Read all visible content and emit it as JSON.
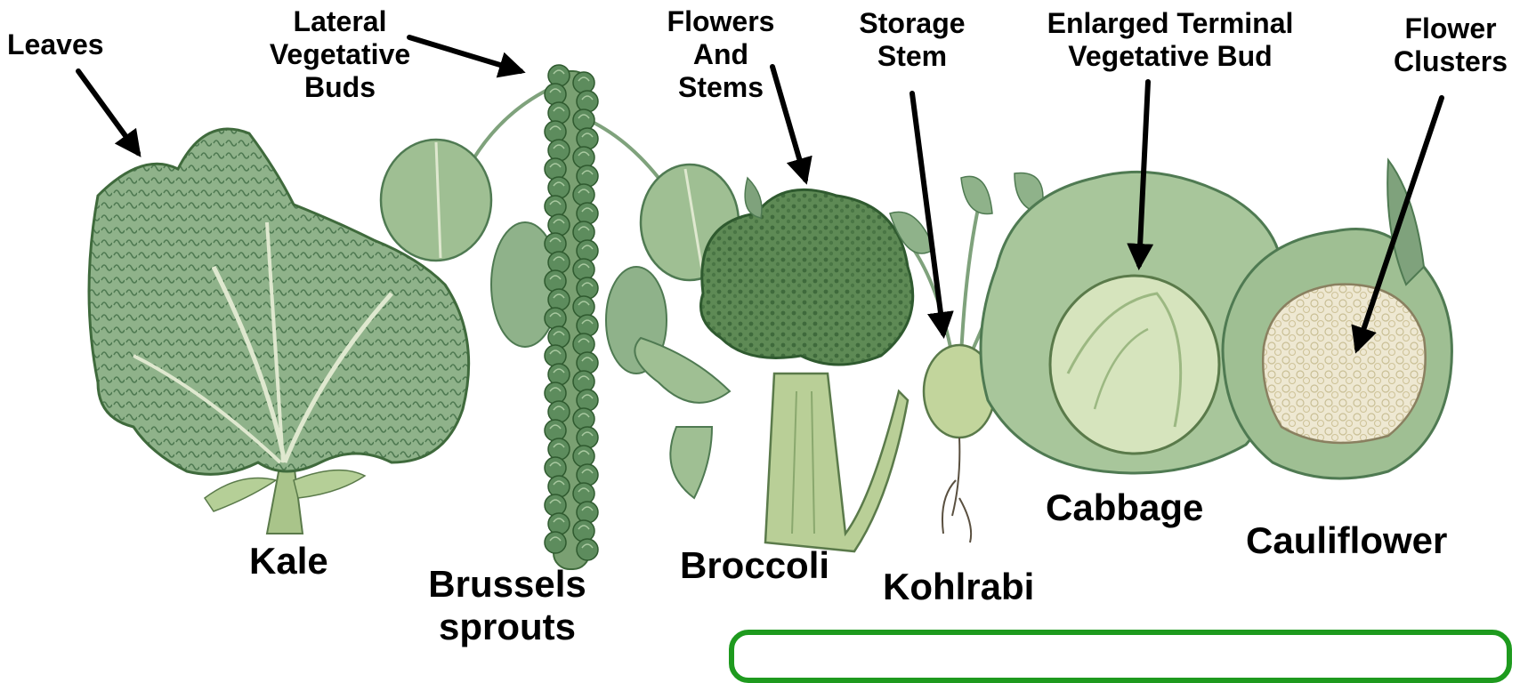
{
  "labels": {
    "leaves": "Leaves",
    "lateral_buds": [
      "Lateral",
      "Vegetative",
      "Buds"
    ],
    "flowers_stems": [
      "Flowers",
      "And",
      "Stems"
    ],
    "storage_stem": [
      "Storage",
      "Stem"
    ],
    "terminal_bud": [
      "Enlarged Terminal",
      "Vegetative Bud"
    ],
    "flower_clusters": [
      "Flower",
      "Clusters"
    ]
  },
  "plants": {
    "kale": "Kale",
    "brussels": [
      "Brussels",
      "sprouts"
    ],
    "broccoli": "Broccoli",
    "kohlrabi": "Kohlrabi",
    "cabbage": "Cabbage",
    "cauliflower": "Cauliflower"
  },
  "colors": {
    "ink": "#000000",
    "leaf_dark": "#4f7a52",
    "leaf_mid": "#7fa27c",
    "leaf_light": "#b9cfae",
    "stem": "#a9c48a",
    "sprout": "#5d8c5d",
    "cauli_head": "#ece6cc",
    "callout_border": "#1e9a1e"
  }
}
